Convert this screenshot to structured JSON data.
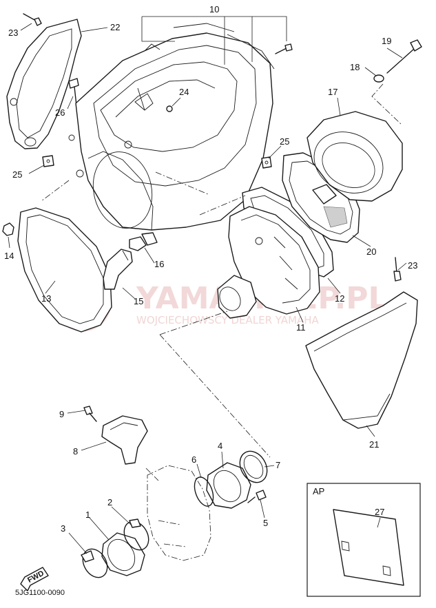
{
  "diagram_code": "5JG1100-0090",
  "watermark": {
    "brand": "YAMASKLEP.PL",
    "tagline": "WOJCIECHOWSCY DEALER YAMAHA"
  },
  "inset": {
    "label": "AP",
    "callout": "27"
  },
  "fwd_label": "FWD",
  "callouts": {
    "c1": "1",
    "c2": "2",
    "c3": "3",
    "c4": "4",
    "c5": "5",
    "c6": "6",
    "c7": "7",
    "c8": "8",
    "c9": "9",
    "c10": "10",
    "c11": "11",
    "c12": "12",
    "c13": "13",
    "c14": "14",
    "c15": "15",
    "c16": "16",
    "c17": "17",
    "c18": "18",
    "c19": "19",
    "c20": "20",
    "c21": "21",
    "c22": "22",
    "c23a": "23",
    "c23b": "23",
    "c24": "24",
    "c25a": "25",
    "c25b": "25",
    "c26": "26"
  },
  "colors": {
    "line": "#1a1a1a",
    "watermark": "#e8b9b9"
  }
}
